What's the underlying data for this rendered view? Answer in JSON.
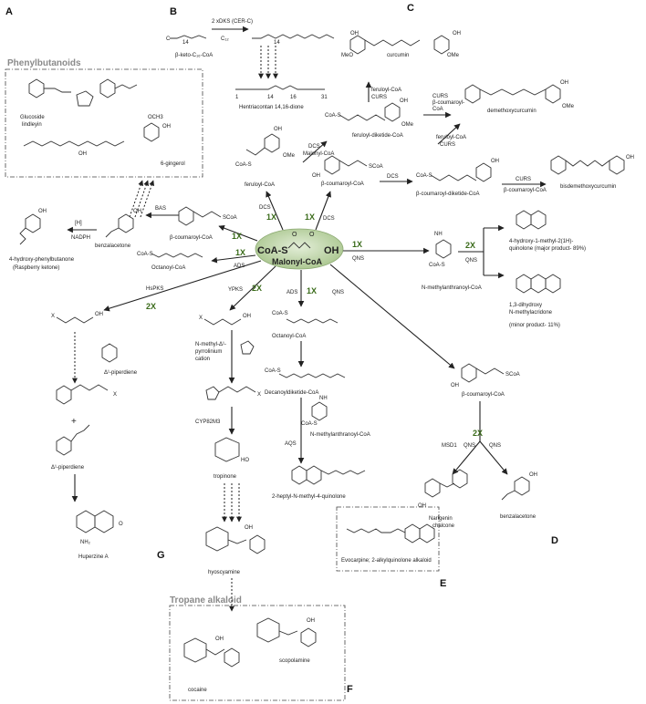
{
  "panels": {
    "a": "A",
    "b": "B",
    "c": "C",
    "d": "D",
    "e": "E",
    "f": "F",
    "g": "G"
  },
  "sections": {
    "phenylbutanoids": "Phenylbutanoids",
    "tropane": "Tropane alkaloid"
  },
  "center": {
    "line1": "CoA-S",
    "line2": "O",
    "line3": "O",
    "line4": "OH",
    "name": "Malonyl-CoA",
    "color": "#a7c48b"
  },
  "top": {
    "enzyme": "2 xDKS (CER-C)",
    "beta_keto": "β-keto-C₁₆-CoA",
    "hentriacontan": "Hentriacontan 14,16-dione",
    "n1": "1",
    "n14": "14",
    "n16": "16",
    "n31": "31",
    "c14a": "14",
    "c14b": "14",
    "c12": "12",
    "c3": "C₁₂"
  },
  "curcumin": {
    "curcumin": "curcumin",
    "curs1": "CURS",
    "feruloyl1": "feruloyl-CoA",
    "feruloyl_dk": "feruloyl-diketide-CoA",
    "curs2": "CURS",
    "pcou1": "β-coumaroyl-",
    "pcou1b": "CoA",
    "demethoxy": "demethoxycurcumin",
    "feruloyl2": "feruloyl-CoA",
    "curs3": "CURS",
    "dcs1": "DCS",
    "malonyl": "Malonyl-CoA",
    "dcs2": "DCS",
    "pcou_dk": "β-coumaroyl-diketide-CoA",
    "curs4": "CURS",
    "pcou3": "β-coumaroyl-CoA",
    "bisdemethoxy": "bisdemethoxycurcumin",
    "feruloyl_coa": "feruloyl-CoA",
    "pcou_coa": "β-coumaroyl-CoA",
    "dcs_left": "DCS",
    "dcs_right": "DCS",
    "m1": "1X",
    "m2": "1X",
    "coas": "CoA-S",
    "scoa": "SCoA",
    "ome": "OMe",
    "oh": "OH",
    "meo": "MeO"
  },
  "phenyl": {
    "glucoside": "Glucoside",
    "lindleyin": "lindleyin",
    "gingerol": "6-gingerol",
    "och3": "OCH3",
    "oh": "OH",
    "bas": "BAS",
    "h": "[H]",
    "nadph": "NADPH",
    "raspberry1": "4-hydroxy-phenylbutanone",
    "raspberry2": "(Raspberry ketone)",
    "benzalacetone": "benzalacetone",
    "pcou": "β-coumaroyl-CoA",
    "scoa": "SCoA",
    "m1": "1X",
    "octanoyl": "Octanoyl-CoA",
    "ads": "ADS",
    "m2": "1X",
    "coas": "CoA-S"
  },
  "quin": {
    "qns1": "QNS",
    "m1": "1X",
    "nmeth": "N-methylanthranoyl-CoA",
    "m2": "2X",
    "qns2": "QNS",
    "q1a": "4-hydroxy-1-methyl-2(1H)-",
    "q1b": "quinolone (major product- 89%)",
    "q2a": "1,3-dihydroxy",
    "q2b": "N-methylacridone",
    "q2c": "(minor product- 11%)",
    "nh": "NH",
    "coas": "CoA-S"
  },
  "alkaloids": {
    "hspks": "HsPKS",
    "m1": "2X",
    "ypks": "YPKS",
    "m2": "2X",
    "ads": "ADS",
    "m3": "1X",
    "qns": "QNS",
    "x1": "X",
    "x2": "X",
    "x3": "X",
    "x4": "X",
    "oh1": "OH",
    "oh2": "OH",
    "piper1": "Δ¹-piperdiene",
    "plus": "+",
    "piper2": "Δ¹-piperdiene",
    "huperzine": "Huperzine A",
    "nh2": "NH₂",
    "o": "O",
    "pyrr1": "N-methyl-Δ¹-",
    "pyrr2": "pyrrolinium",
    "pyrr3": "cation",
    "cyp": "CYP82M3",
    "tropinone": "tropinone",
    "ho": "HO",
    "hyoscyamine": "hyoscyamine",
    "cocaine": "cocaine",
    "scopolamine": "scopolamine",
    "octanoyl": "Octanoyl-CoA",
    "decanoyl": "Decanoyldiketide-CoA",
    "aqs": "AQS",
    "nmeth2": "N-methylanthranoyl-CoA",
    "heptyl": "2-heptyl-N-methyl-4-quinolone",
    "evocarpine": "Evocarpine; 2-alkylquinolone alkaloid",
    "pcou": "β-coumaroyl-CoA",
    "m4": "2X",
    "msd1": "MSD1",
    "qns_a": "QNS",
    "qns_b": "QNS",
    "narig1": "Narigenin",
    "narig2": "chalcone",
    "benzal": "benzalacetone",
    "scoa": "SCoA",
    "coas": "CoA-S"
  }
}
